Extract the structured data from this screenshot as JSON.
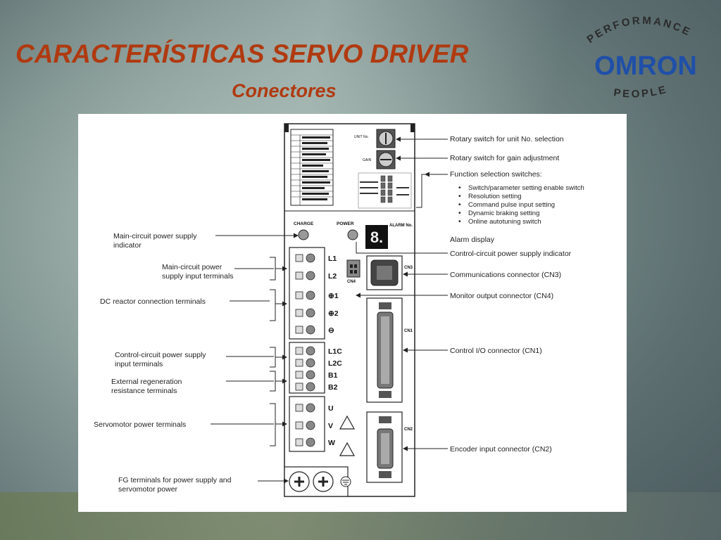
{
  "title": "CARACTERÍSTICAS SERVO DRIVER",
  "subtitle": "Conectores",
  "brand": {
    "top": "PERFORMANCE",
    "name": "OMRON",
    "bottom": "PEOPLE",
    "color": "#1f4fa8"
  },
  "device": {
    "charge": "CHARGE",
    "power": "POWER",
    "alarm": "ALARM No.",
    "unit_no": "UNIT No.",
    "gain": "GAIN",
    "cn3": "CN3",
    "cn4": "CN4",
    "cn1": "CN1",
    "cn2": "CN2",
    "terminals": [
      "L1",
      "L2",
      "⊕1",
      "⊕2",
      "⊖",
      "L1C",
      "L2C",
      "B1",
      "B2",
      "U",
      "V",
      "W"
    ]
  },
  "labels": {
    "rotary_unit": "Rotary switch for unit No. selection",
    "rotary_gain": "Rotary switch for gain adjustment",
    "func_title": "Function selection switches:",
    "func_items": [
      "Switch/parameter setting enable switch",
      "Resolution setting",
      "Command pulse input setting",
      "Dynamic braking setting",
      "Online autotuning switch"
    ],
    "alarm_display": "Alarm display",
    "ctrl_power_ind": "Control-circuit power supply indicator",
    "comm_conn": "Communications connector (CN3)",
    "monitor_conn": "Monitor output connector (CN4)",
    "ctrl_io": "Control I/O connector (CN1)",
    "encoder": "Encoder input connector (CN2)",
    "main_power_ind": [
      "Main-circuit power supply",
      "indicator"
    ],
    "main_power_term": [
      "Main-circuit power",
      "supply input terminals"
    ],
    "dc_reactor": "DC reactor connection terminals",
    "ctrl_power_term": [
      "Control-circuit power supply",
      "input terminals"
    ],
    "ext_regen": [
      "External regeneration",
      "resistance terminals"
    ],
    "servomotor": "Servomotor power terminals",
    "fg": [
      "FG terminals for power supply and",
      "servomotor power"
    ]
  }
}
